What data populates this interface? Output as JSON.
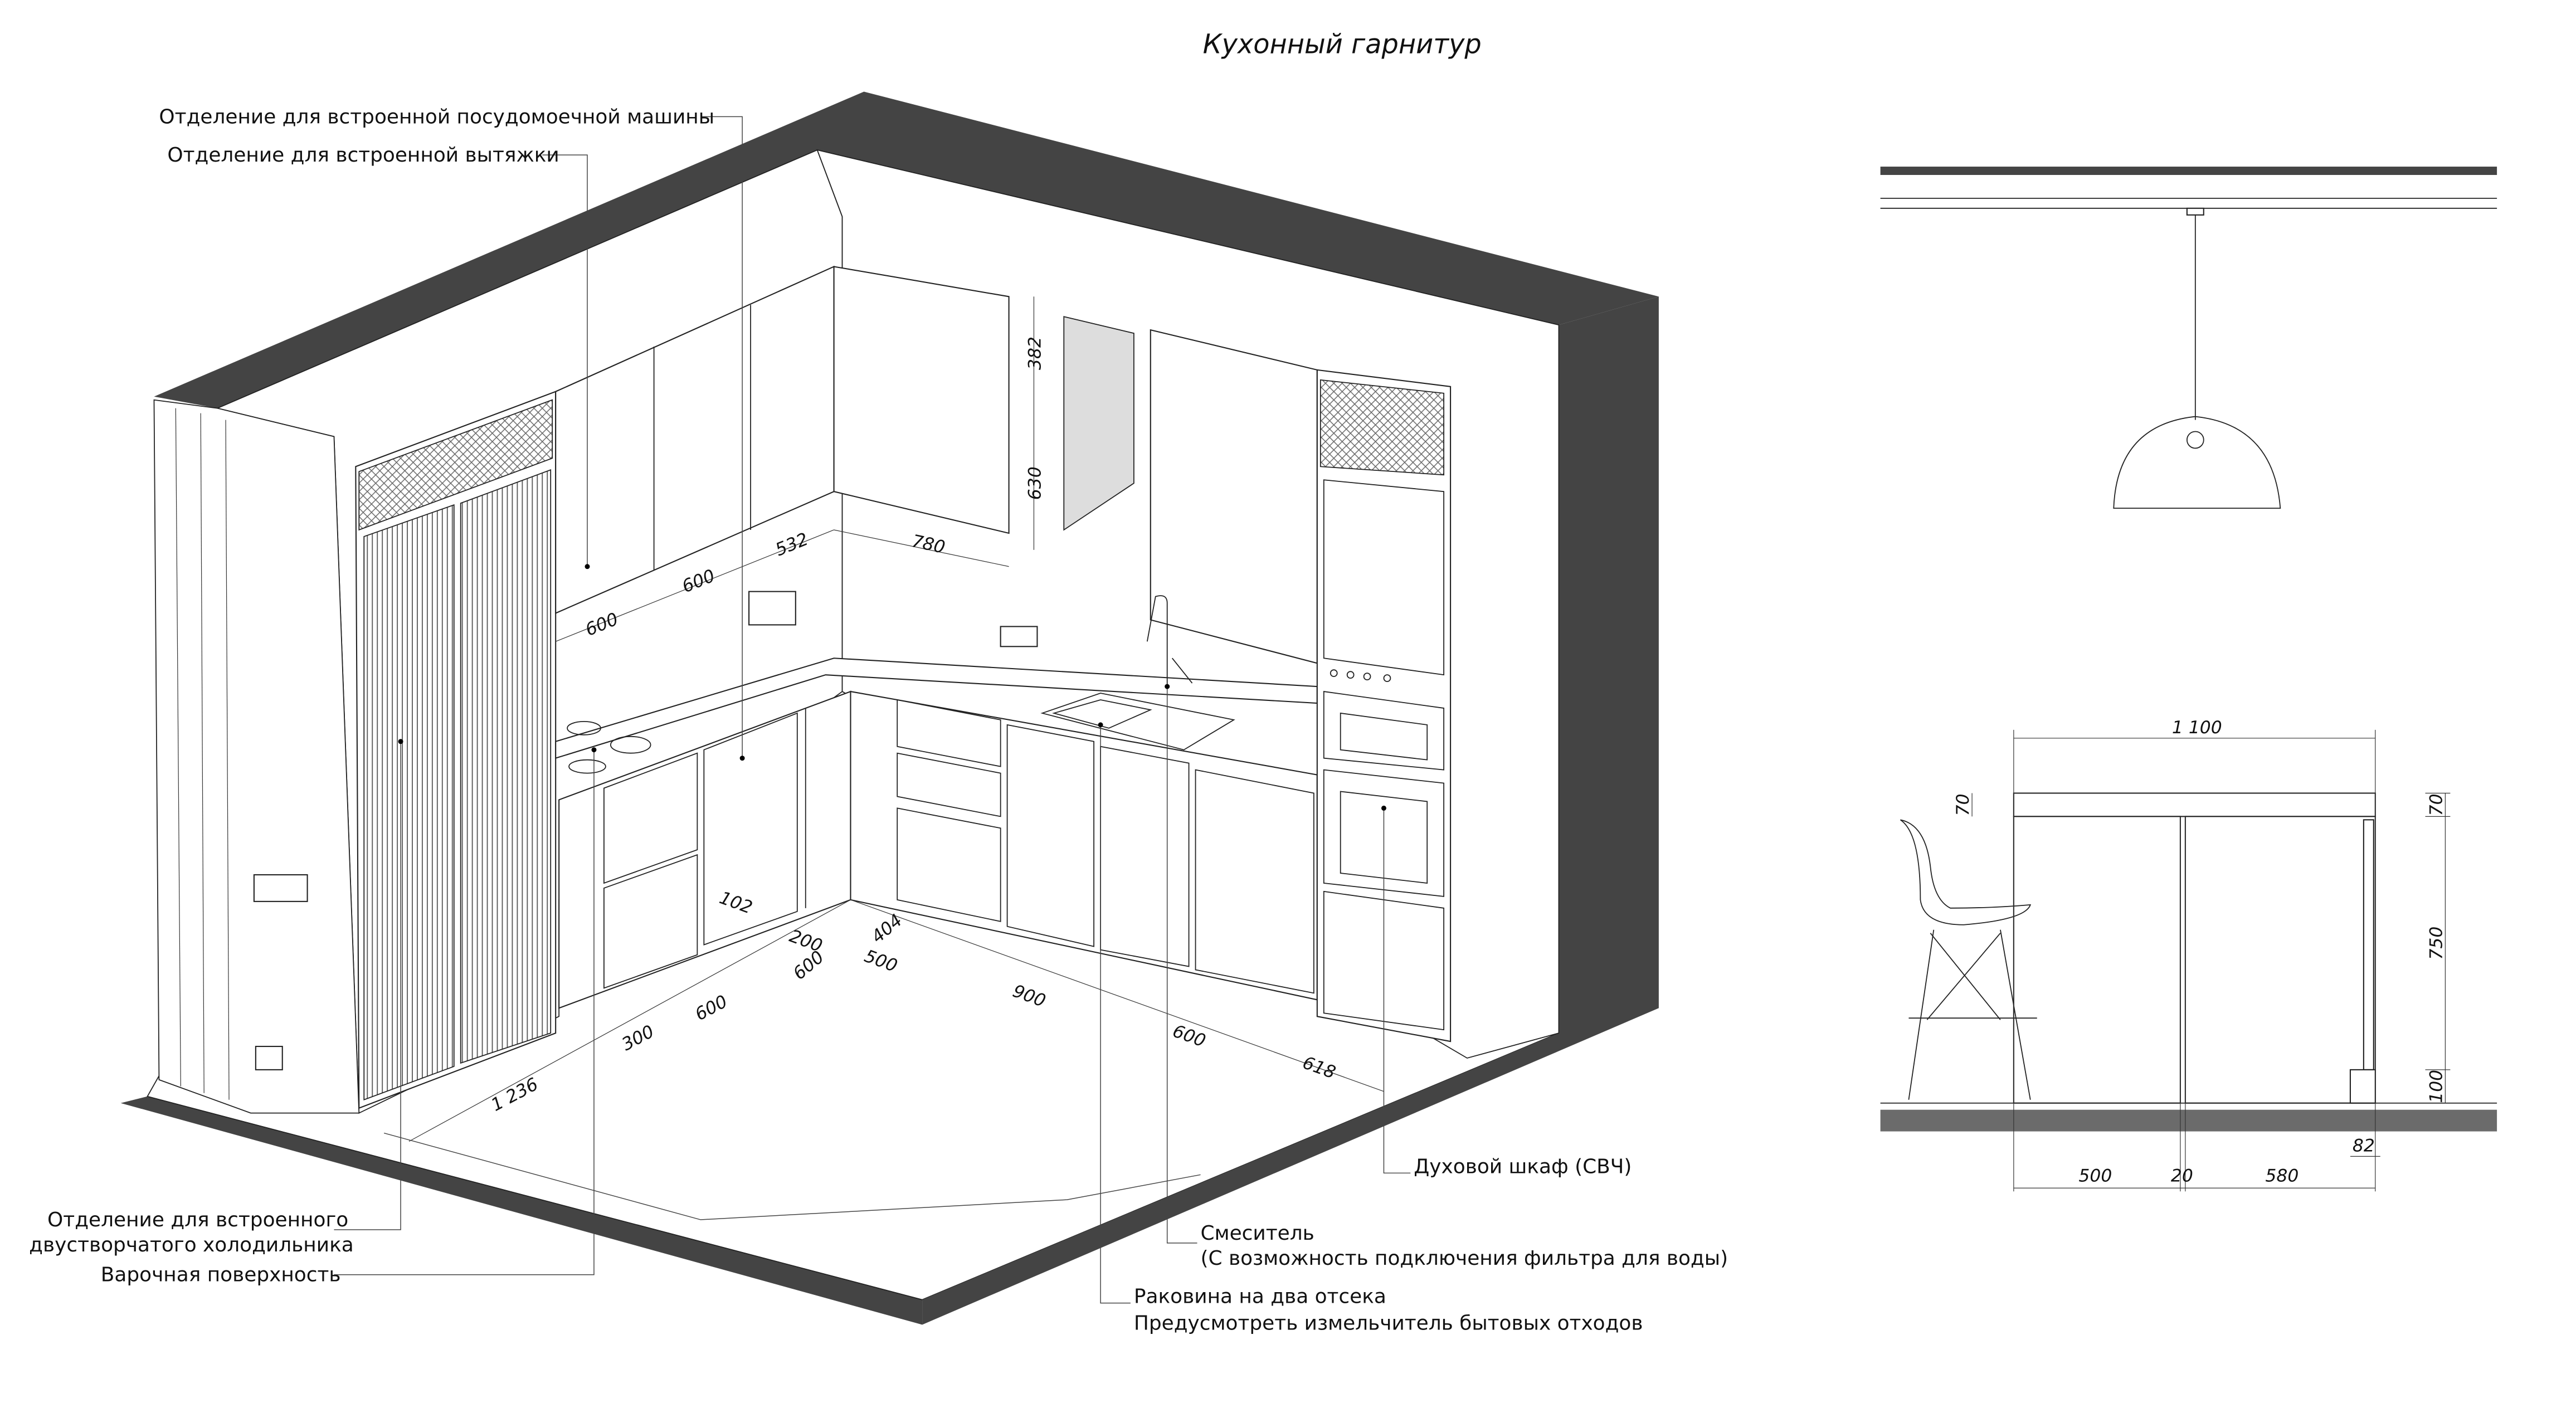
{
  "title": "Кухонный гарнитур",
  "callouts": {
    "dishwasher": "Отделение для встроенной посудомоечной машины",
    "hood": "Отделение для встроенной вытяжки",
    "fridge_line1": "Отделение для встроенного",
    "fridge_line2": "двустворчатого холодильника",
    "hob": "Варочная поверхность",
    "faucet_line1": "Смеситель",
    "faucet_line2": "(С возможность подключения фильтра для воды)",
    "sink_line1": "Раковина на два отсека",
    "sink_line2": "Предусмотреть измельчитель бытовых отходов",
    "oven": "Духовой шкаф  (СВЧ)"
  },
  "iso_dimensions": {
    "upper_600_a": "600",
    "upper_600_b": "600",
    "upper_532": "532",
    "upper_780": "780",
    "height_382": "382",
    "height_630": "630",
    "d_102": "102",
    "d_200": "200",
    "d_404": "404",
    "d_600_corner": "600",
    "d_500": "500",
    "d_900": "900",
    "d_600_right": "600",
    "d_618": "618",
    "d_1236": "1 236",
    "d_300": "300",
    "d_600_left": "600"
  },
  "elevation_dimensions": {
    "width_total": "1 100",
    "top_left_70": "70",
    "top_right_70": "70",
    "height_750": "750",
    "plinth_100": "100",
    "offset_82": "82",
    "seg_500": "500",
    "seg_20": "20",
    "seg_580": "580"
  },
  "colors": {
    "wall_section": "#444444",
    "floor_section": "#6b6b6b",
    "lines": "#222222"
  }
}
